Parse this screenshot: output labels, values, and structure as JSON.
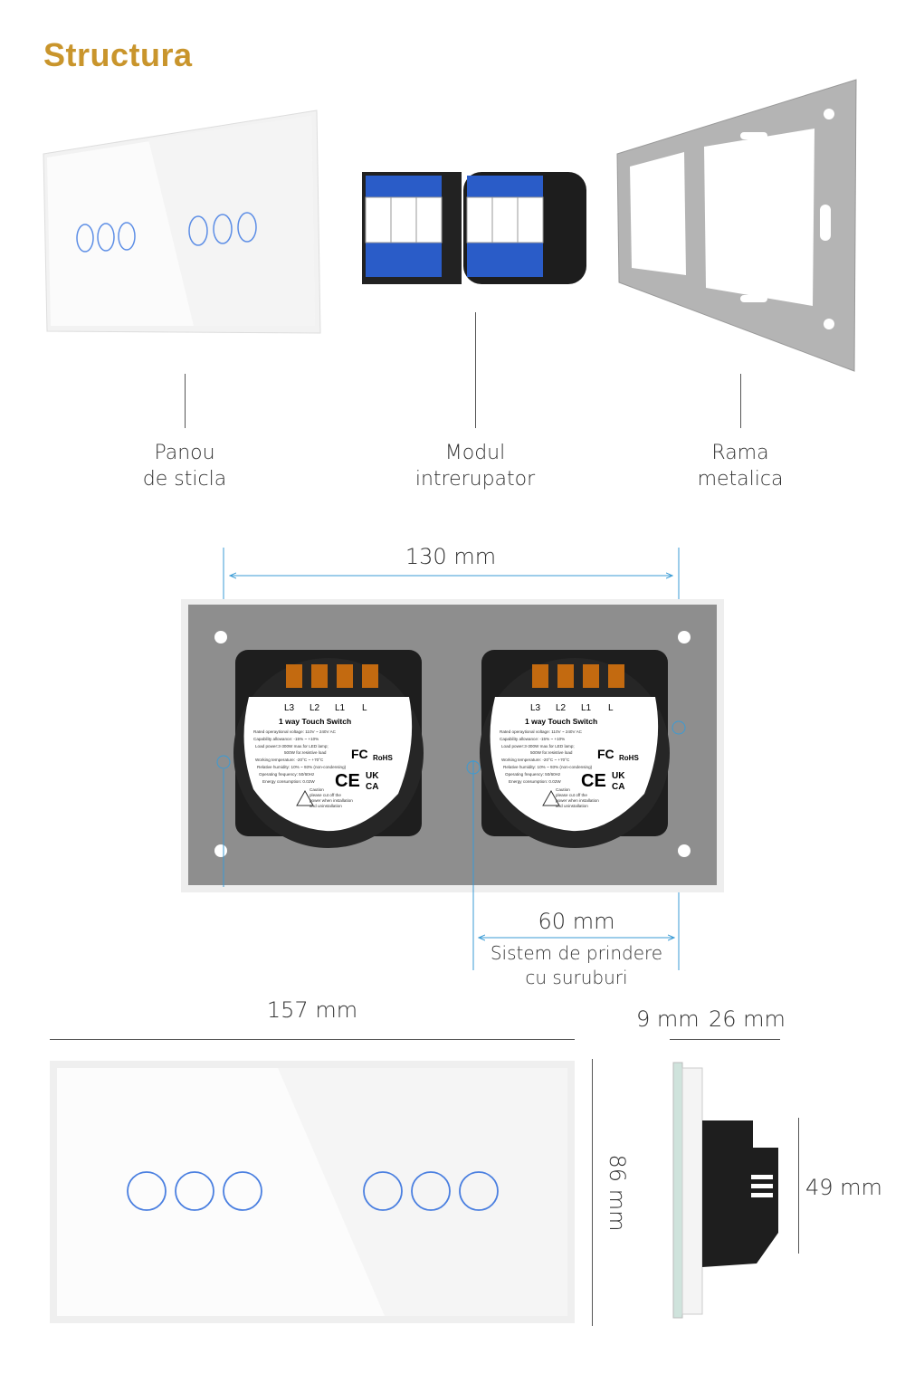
{
  "title": "Structura",
  "components": [
    {
      "line1": "Panou",
      "line2": "de sticla"
    },
    {
      "line1": "Modul",
      "line2": "intrerupator"
    },
    {
      "line1": "Rama",
      "line2": "metalica"
    }
  ],
  "dimensions": {
    "module_spacing": "130 mm",
    "screw_spacing": "60 mm",
    "screw_caption_1": "Sistem de prindere",
    "screw_caption_2": "cu suruburi",
    "panel_width": "157 mm",
    "panel_height": "86 mm",
    "glass_depth": "9 mm",
    "module_depth": "26 mm",
    "module_height": "49 mm"
  },
  "module_label": {
    "terminals": [
      "L3",
      "L2",
      "L1",
      "L"
    ],
    "name": "1 way Touch Switch",
    "specs": [
      "Rated operaytional voltage: 110V ~ 240V AC",
      "Capability allowance: -15% ~ +10%",
      "Load power:3-300W max.for LED lamp;",
      "500W for.resistive load",
      "Working temperature: -20°C ~ +70°C",
      "Relative humidity: 10% ~ 93% (non-condensing)",
      "Operating frequency: 50/60Hz",
      "Energy consumption: 0.02W"
    ],
    "caution": [
      "Caution",
      "please cut off the",
      "power when installation",
      "and uninstallation"
    ],
    "marks": [
      "FC",
      "RoHS",
      "CE",
      "UK",
      "CA"
    ]
  },
  "colors": {
    "accent": "#c9952c",
    "dimension_line": "#3a9bd5",
    "touch_ring": "#4a7fe0",
    "frame": "#a9a9a9",
    "module_blue": "#2a5cc8"
  }
}
